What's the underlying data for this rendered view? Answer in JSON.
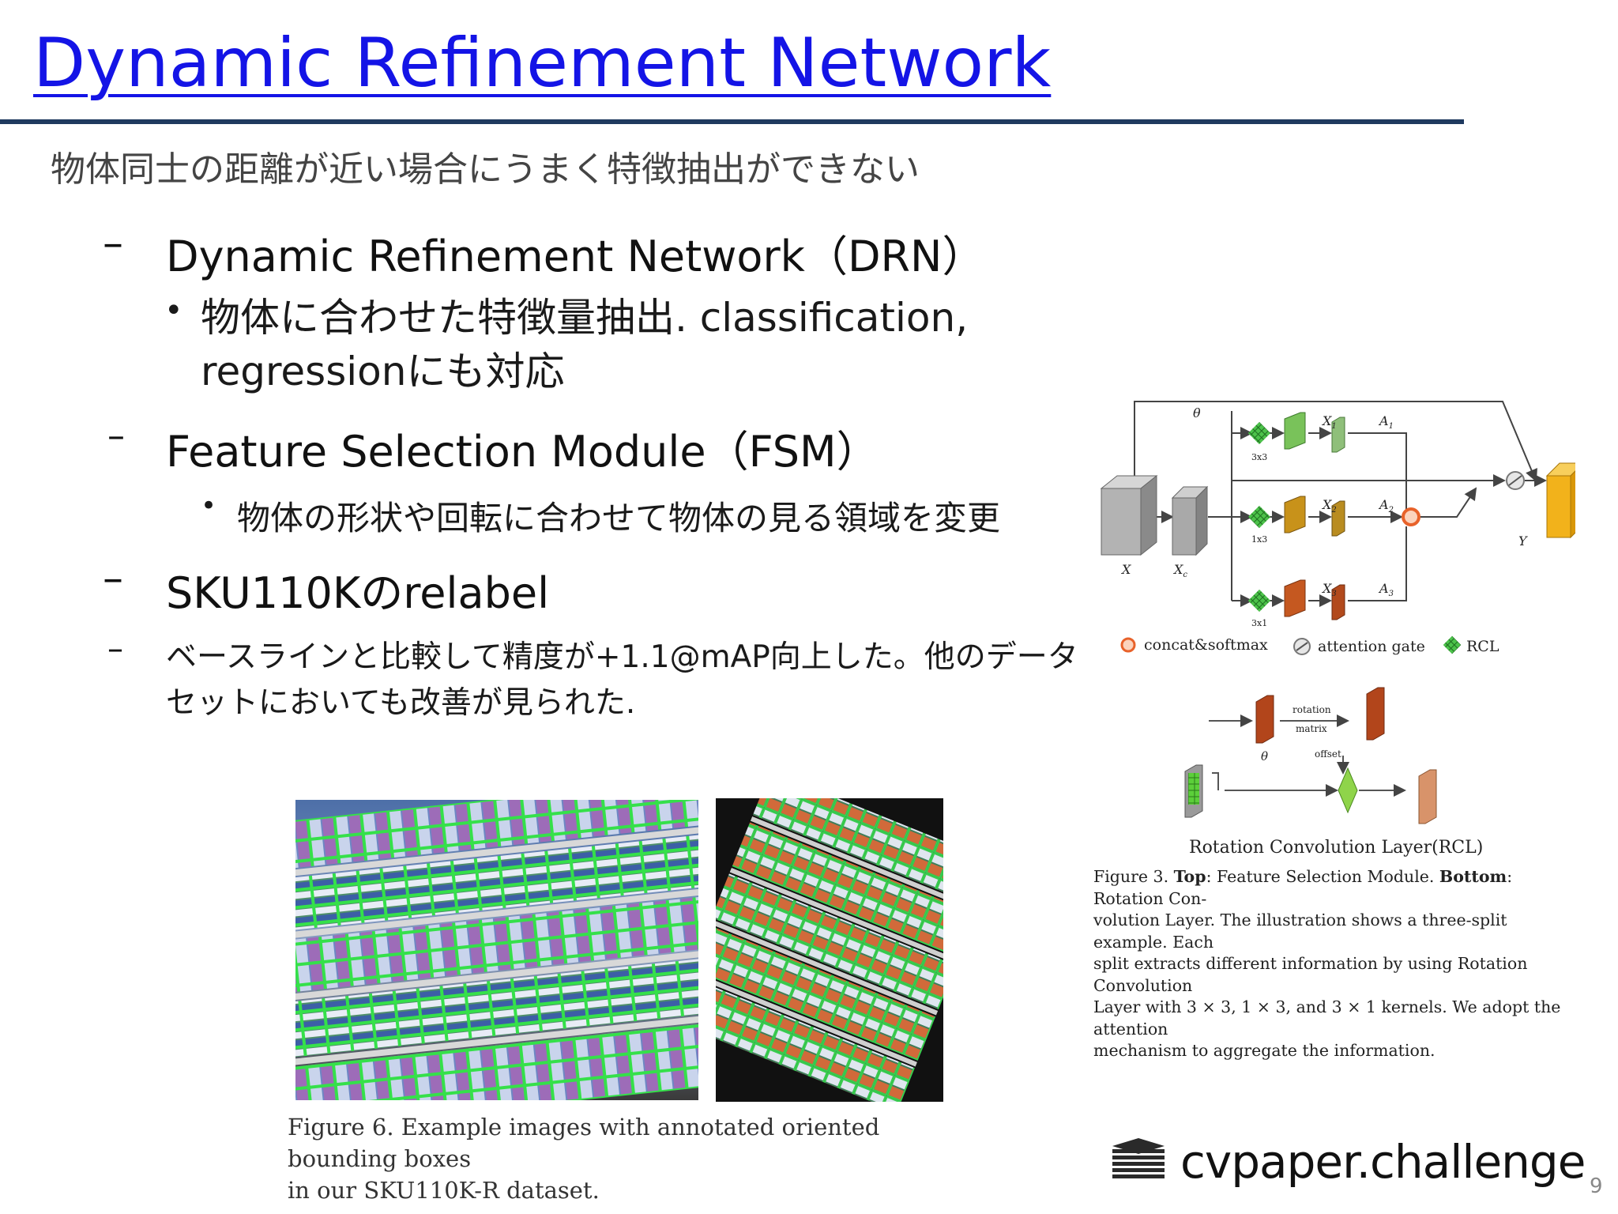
{
  "slide": {
    "title": "Dynamic Refinement Network",
    "subtitle": "物体同士の距離が近い場合にうまく特徴抽出ができない",
    "items": [
      {
        "marker": "–",
        "text": "Dynamic Refinement Network（DRN）"
      },
      {
        "marker": "•",
        "text_line1": "物体に合わせた特徴量抽出. classification,",
        "text_line2": "regressionにも対応"
      },
      {
        "marker": "–",
        "text": "Feature Selection Module（FSM）"
      },
      {
        "marker": "•",
        "text": "物体の形状や回転に合わせて物体の見る領域を変更"
      },
      {
        "marker": "–",
        "text": "SKU110Kのrelabel"
      },
      {
        "marker": "–",
        "text_line1": "ベースラインと比較して精度が+1.1@mAP向上した。他のデータ",
        "text_line2": "セットにおいても改善が見られた."
      }
    ],
    "page_number": "9"
  },
  "figure6": {
    "caption_line1": "Figure 6. Example images with annotated oriented bounding boxes",
    "caption_line2": "in our SKU110K-R dataset."
  },
  "figure3": {
    "fsm_labels": {
      "theta": "θ",
      "k1": "3x3",
      "k2": "1x3",
      "k3": "3x1",
      "x": "X",
      "xc": "X",
      "xc_sub": "c",
      "x1": "X",
      "x1_sub": "1",
      "x2": "X",
      "x2_sub": "2",
      "x3": "X",
      "x3_sub": "3",
      "a1": "A",
      "a1_sub": "1",
      "a2": "A",
      "a2_sub": "2",
      "a3": "A",
      "a3_sub": "3",
      "y": "Y"
    },
    "legend": {
      "concat": "concat&softmax",
      "gate": "attention gate",
      "rcl": "RCL"
    },
    "rcl_labels": {
      "rotation": "rotation",
      "matrix": "matrix",
      "offset": "offset",
      "theta": "θ"
    },
    "rcl_title": "Rotation Convolution Layer(RCL)",
    "caption_lines": [
      {
        "segments": [
          {
            "t": "Figure 3. ",
            "b": false
          },
          {
            "t": "Top",
            "b": true
          },
          {
            "t": ": Feature Selection Module. ",
            "b": false
          },
          {
            "t": "Bottom",
            "b": true
          },
          {
            "t": ": Rotation Con-",
            "b": false
          }
        ]
      },
      {
        "segments": [
          {
            "t": "volution Layer. The illustration shows a three-split example. Each",
            "b": false
          }
        ]
      },
      {
        "segments": [
          {
            "t": "split extracts different information by using Rotation Convolution",
            "b": false
          }
        ]
      },
      {
        "segments": [
          {
            "t": "Layer with 3 × 3, 1 × 3, and 3 × 1 kernels. We adopt the attention",
            "b": false
          }
        ]
      },
      {
        "segments": [
          {
            "t": "mechanism to aggregate the information.",
            "b": false
          }
        ]
      }
    ]
  },
  "brand": {
    "name": "cvpaper.challenge"
  },
  "colors": {
    "title": "#1414e6",
    "rule": "#1f3a5f",
    "green": "#7ec86a",
    "orange_brown": "#c8791a",
    "rust": "#b8451f",
    "yellow": "#f2b21b",
    "gray_block": "#9a9a9a",
    "concat_orange": "#e8622a"
  }
}
